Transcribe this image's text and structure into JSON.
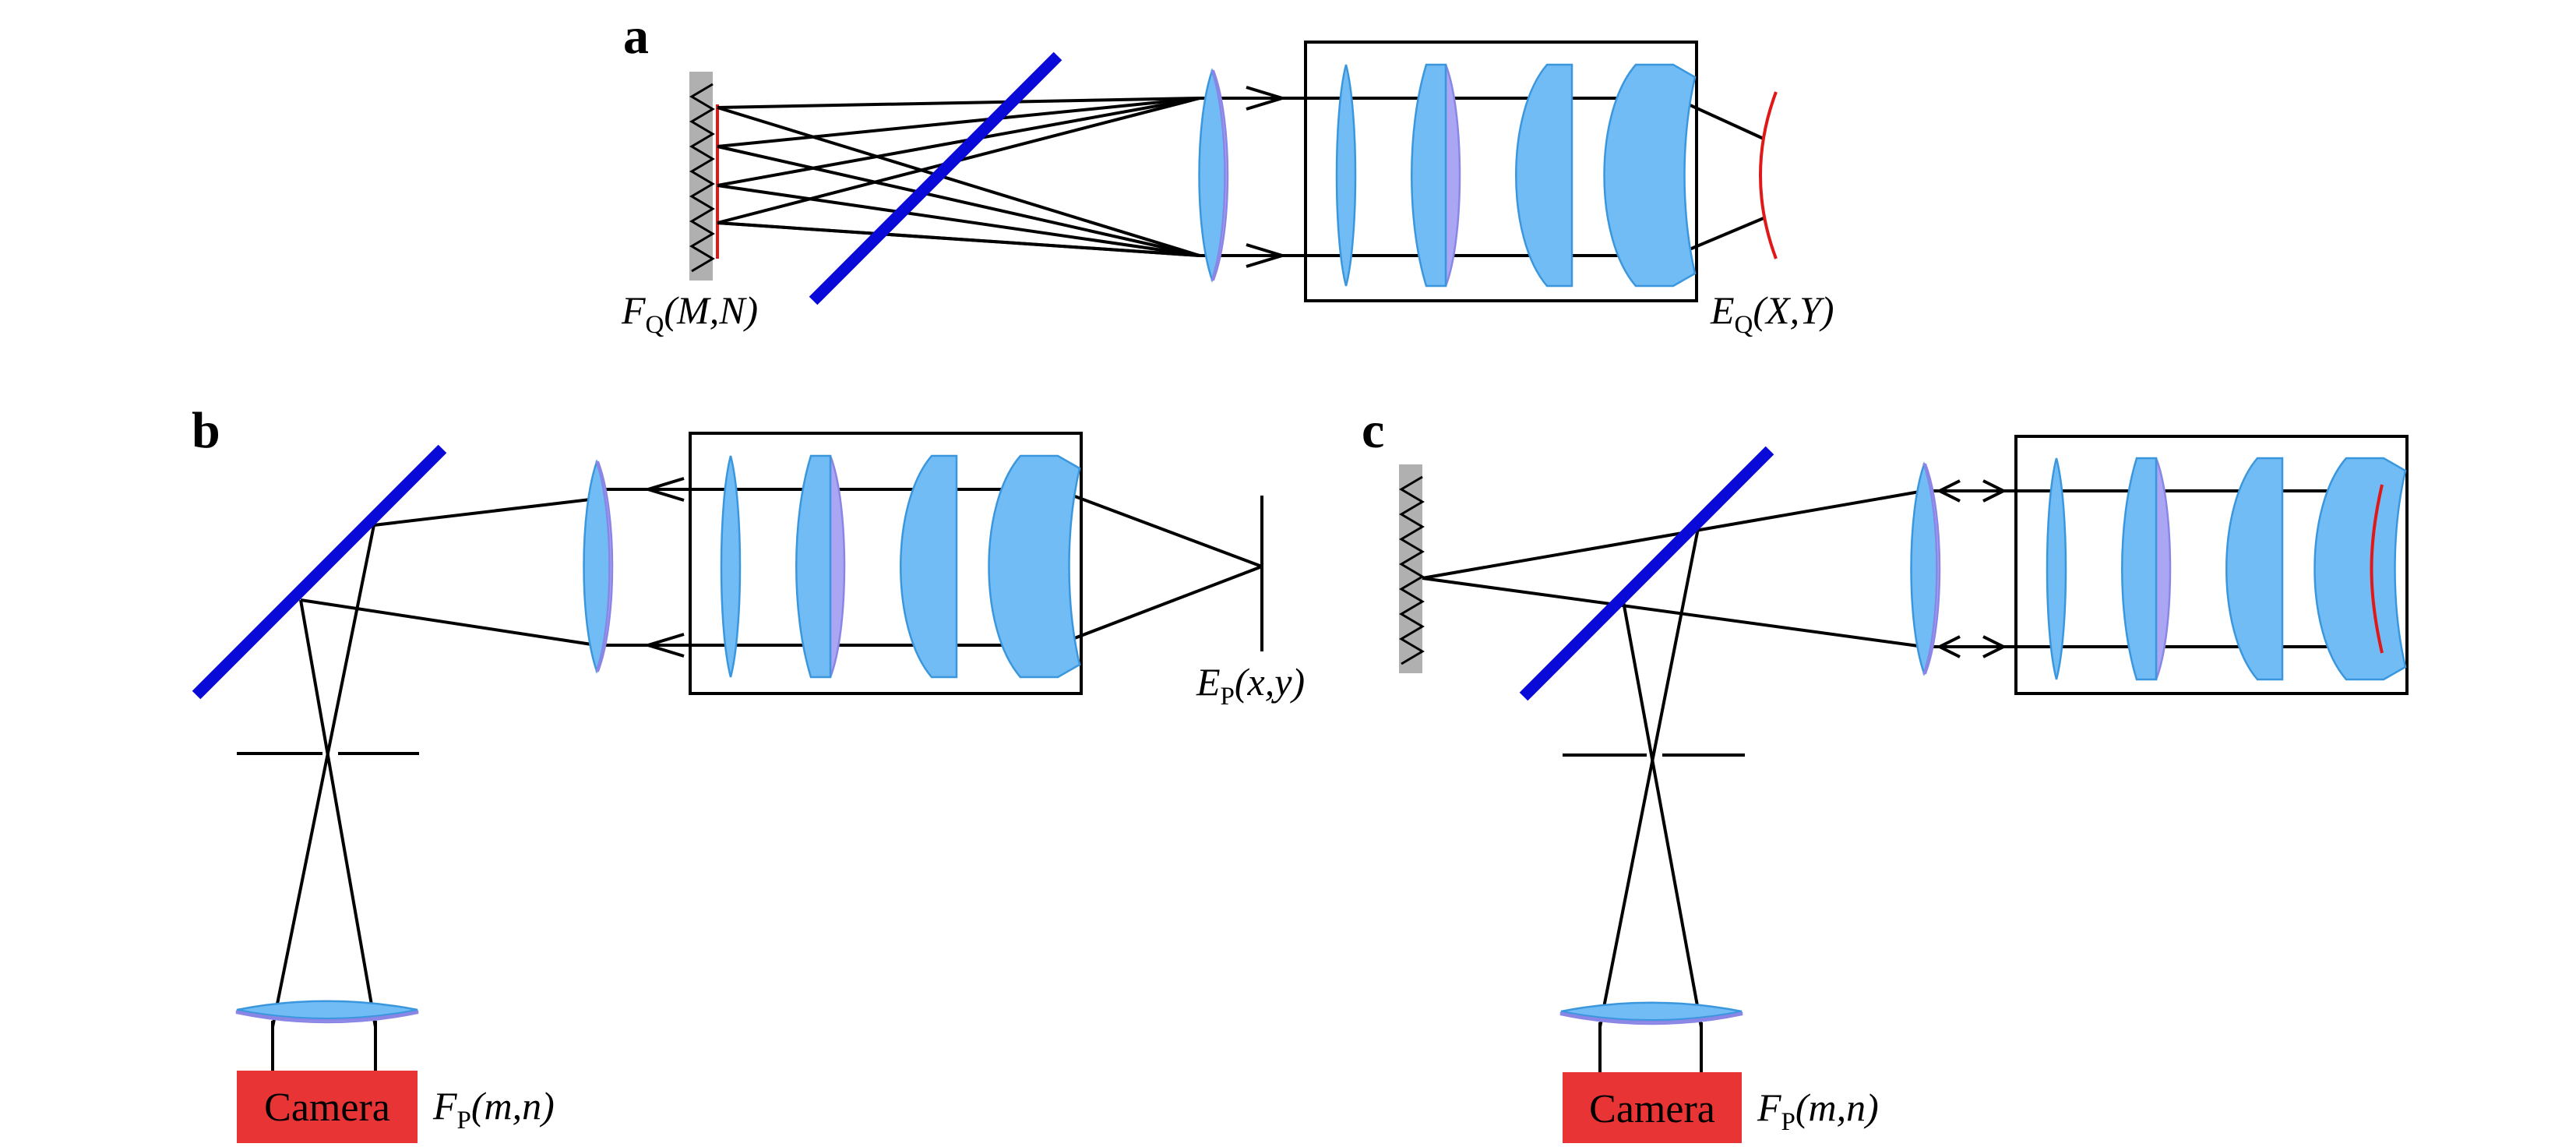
{
  "panels": {
    "a": {
      "tag": "a",
      "slm_label": {
        "main": "F",
        "sub": "Q",
        "args": "(M,N)"
      },
      "surface_label": {
        "main": "E",
        "sub": "Q",
        "args": "(X,Y)"
      }
    },
    "b": {
      "tag": "b",
      "surface_label": {
        "main": "E",
        "sub": "P",
        "args": "(x,y)"
      },
      "camera_text": "Camera",
      "camera_label": {
        "main": "F",
        "sub": "P",
        "args": "(m,n)"
      }
    },
    "c": {
      "tag": "c",
      "camera_text": "Camera",
      "camera_label": {
        "main": "F",
        "sub": "P",
        "args": "(m,n)"
      }
    }
  },
  "colors": {
    "lens": "#72bcf6",
    "lens_edge": "#aaa6f3",
    "beamsplitter": "#0a0ad8",
    "curved_surface": "#e01818",
    "camera": "#e83434",
    "slm": "#b0b0b0"
  }
}
